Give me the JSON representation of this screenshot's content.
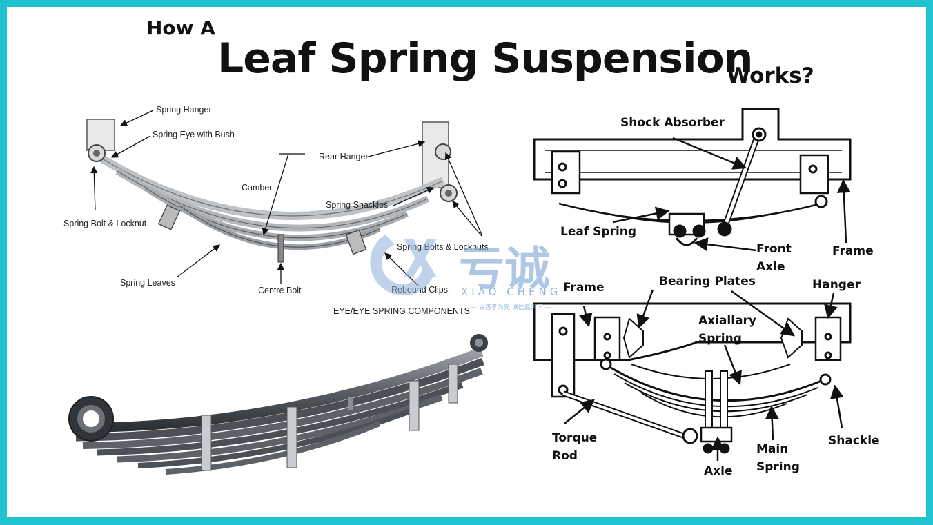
{
  "title": {
    "prefix": "How A",
    "main": "Leaf Spring Suspension",
    "suffix": "Works?"
  },
  "top_left_diagram": {
    "caption": "EYE/EYE SPRING COMPONENTS",
    "labels": {
      "spring_hanger": "Spring Hanger",
      "spring_eye": "Spring Eye with Bush",
      "rear_hanger": "Rear Hanger",
      "camber": "Camber",
      "spring_shackles": "Spring Shackles",
      "spring_bolt": "Spring Bolt & Locknut",
      "spring_bolts": "Spring Bolts & Locknuts",
      "spring_leaves": "Spring Leaves",
      "centre_bolt": "Centre Bolt",
      "rebound_clips": "Rebound Clips"
    }
  },
  "top_right_diagram": {
    "labels": {
      "shock_absorber": "Shock Absorber",
      "leaf_spring": "Leaf Spring",
      "front_axle": "Front\nAxle",
      "frame": "Frame"
    }
  },
  "bottom_right_diagram": {
    "labels": {
      "frame": "Frame",
      "bearing_plates": "Bearing Plates",
      "hanger": "Hanger",
      "axiallary_spring": "Axiallary\nSpring",
      "torque_rod": "Torque\nRod",
      "main_spring": "Main\nSpring",
      "shackle": "Shackle",
      "axle": "Axle"
    }
  },
  "watermark": {
    "chinese": "亏诚",
    "english": "XIAO CHENG",
    "tagline": "— 百善孝为先 诚信赢天下 —"
  },
  "colors": {
    "border": "#1fc3cf",
    "background": "#ffffff",
    "text": "#111111",
    "metal_dark": "#3e4449",
    "metal_light": "#a9adb1"
  }
}
